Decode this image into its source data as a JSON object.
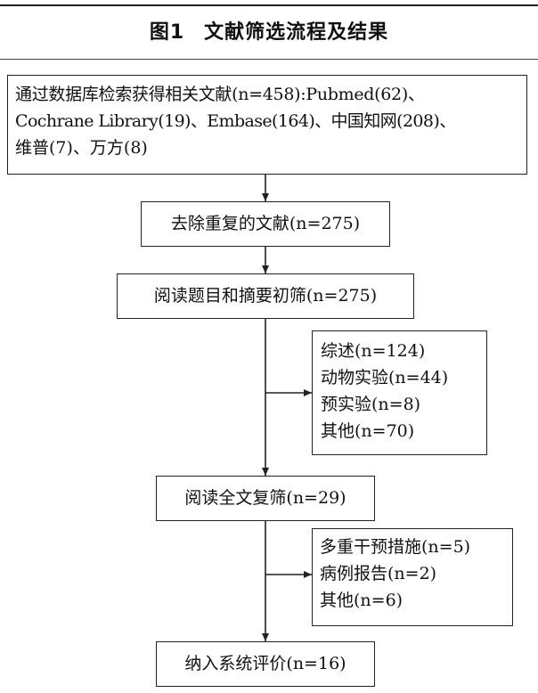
{
  "figure": {
    "label": "图1",
    "title": "文献筛选流程及结果"
  },
  "boxes": {
    "search": {
      "lines": [
        "通过数据库检索获得相关文献(n=458):Pubmed(62)、",
        "Cochrane Library(19)、Embase(164)、中国知网(208)、",
        "维普(7)、万方(8)"
      ]
    },
    "dedup": {
      "text": "去除重复的文献(n=275)"
    },
    "screen": {
      "text": "阅读题目和摘要初筛(n=275)"
    },
    "excluded1": {
      "lines": [
        "综述(n=124)",
        "动物实验(n=44)",
        "预实验(n=8)",
        "其他(n=70)"
      ]
    },
    "fulltext": {
      "text": "阅读全文复筛(n=29)"
    },
    "excluded2": {
      "lines": [
        "多重干预措施(n=5)",
        "病例报告(n=2)",
        "其他(n=6)"
      ]
    },
    "included": {
      "text": "纳入系统评价(n=16)"
    }
  },
  "colors": {
    "line": "#222222",
    "background": "#ffffff"
  }
}
